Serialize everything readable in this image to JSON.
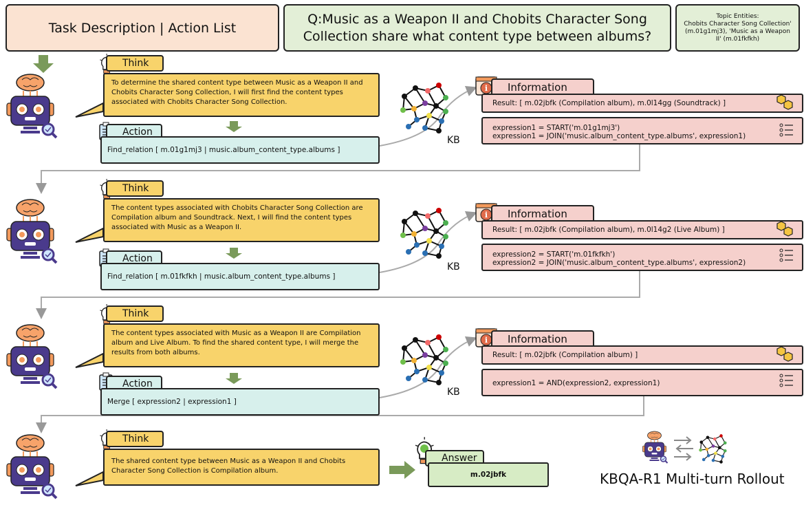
{
  "header": {
    "task_title": "Task Description | Action List",
    "question_line1": "Q:Music as a Weapon II and Chobits Character Song",
    "question_line2": "Collection share what content type between albums?",
    "topic_heading": "Topic Entities:",
    "topic_line1": "Chobits Character Song Collection'",
    "topic_line2": "(m.01g1mj3), 'Music as a Weapon",
    "topic_line3": "II' (m.01fkfkh)"
  },
  "labels": {
    "think": "Think",
    "action": "Action",
    "information": "Information",
    "answer": "Answer",
    "kb": "KB"
  },
  "turns": [
    {
      "think": "To determine the shared content type between Music as a Weapon II and Chobits Character Song Collection, I will first find the content types associated with Chobits Character Song Collection.",
      "action": "Find_relation [ m.01g1mj3 | music.album_content_type.albums ]",
      "result": "Result:  [ m.02jbfk (Compilation album), m.0l14gg (Soundtrack) ]",
      "expr_line1": "expression1 = START('m.01g1mj3')",
      "expr_line2": "expression1 = JOIN('music.album_content_type.albums', expression1)"
    },
    {
      "think": "The content types associated with  Chobits Character Song Collection are Compilation album and Soundtrack. Next, I will find the content types associated with Music as a Weapon II.",
      "action": "Find_relation [ m.01fkfkh | music.album_content_type.albums ]",
      "result": "Result:   [ m.02jbfk (Compilation album), m.0l14g2 (Live Album) ]",
      "expr_line1": "expression2 = START('m.01fkfkh')",
      "expr_line2": "expression2 = JOIN('music.album_content_type.albums', expression2)"
    },
    {
      "think": "The content types associated with Music as a Weapon II are Compilation album and  Live Album. To find the shared content type, I will merge the results from both albums.",
      "action": "Merge [ expression2 | expression1 ]",
      "result": "Result:   [ m.02jbfk (Compilation album) ]",
      "expr_line1": "expression1 = AND(expression2, expression1)",
      "expr_line2": ""
    }
  ],
  "final": {
    "think": "The shared content type between Music as a Weapon II and Chobits Character Song Collection is Compilation album.",
    "answer": "m.02jbfk"
  },
  "footer": "KBQA-R1 Multi-turn Rollout",
  "colors": {
    "think": "#f8d36b",
    "action": "#d7f0ec",
    "info": "#f5d0cc",
    "answer": "#d7ecc5",
    "robot_body": "#4a3a8c",
    "robot_brain": "#f39a5c"
  }
}
